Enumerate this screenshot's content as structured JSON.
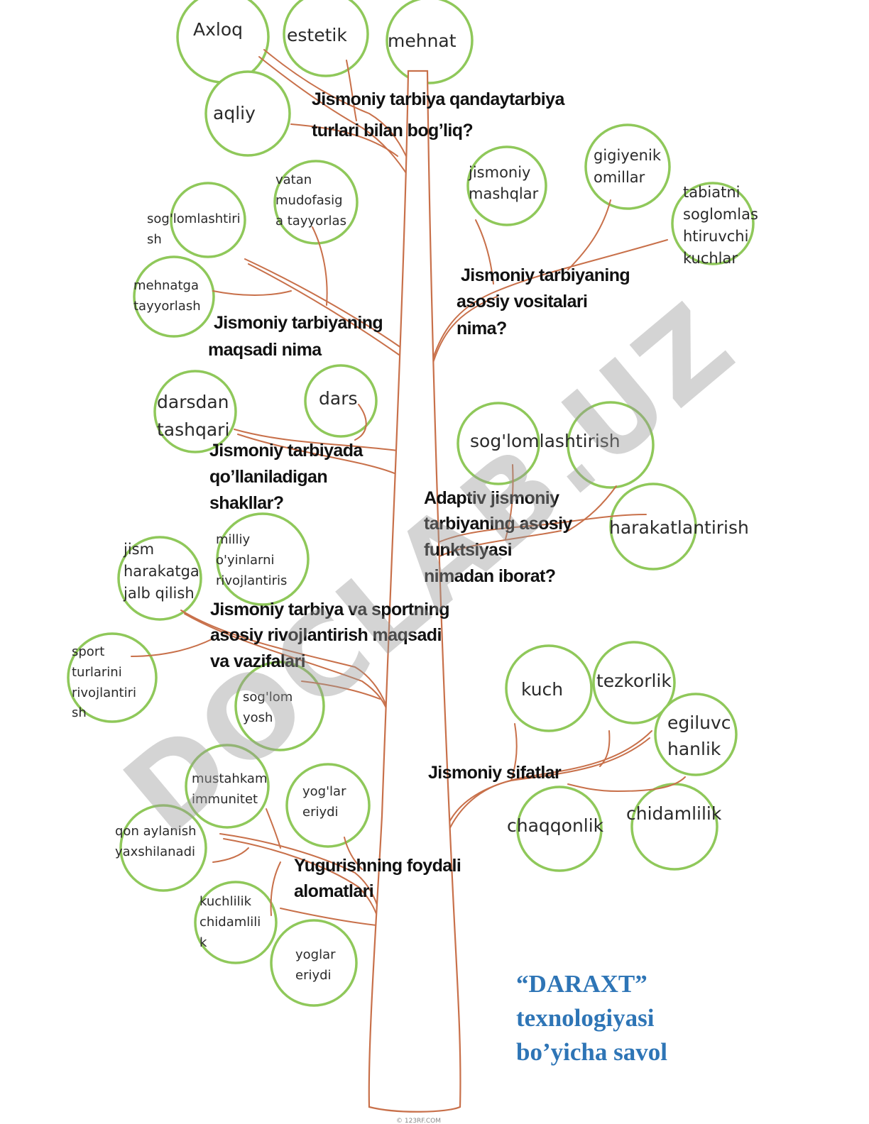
{
  "watermark": "DOCLAB.UZ",
  "credit": "© 123RF.COM",
  "title_lines": [
    "“DARAXT”",
    "texnologiyasi",
    "bo’yicha savol"
  ],
  "questions": {
    "q1": [
      "Jismoniy tarbiya qandaytarbiya",
      "turlari bilan bog’liq?"
    ],
    "q2": [
      "Jismoniy tarbiyaning",
      "maqsadi nima"
    ],
    "q3": [
      "Jismoniy tarbiyaning",
      "asosiy vositalari",
      "nima?"
    ],
    "q4": [
      "Jismoniy tarbiyada",
      "qo’llaniladigan",
      "shakllar?"
    ],
    "q5": [
      "Adaptiv jismoniy",
      "tarbiyaning asosiy",
      "funktsiyasi",
      "nimadan iborat?"
    ],
    "q6": [
      "Jismoniy tarbiya va sportning",
      "asosiy rivojlantirish maqsadi",
      "va vazifalari"
    ],
    "q7": [
      "Jismoniy sifatlar"
    ],
    "q8": [
      "Yugurishning foydali",
      "alomatlari"
    ]
  },
  "bubbles": {
    "axloq": [
      "Axloq"
    ],
    "estetik": [
      "estetik"
    ],
    "mehnat": [
      "mehnat"
    ],
    "aqliy": [
      "aqliy"
    ],
    "vatan": [
      "vatan",
      "mudofasig",
      "a tayyorlas"
    ],
    "soglomlashtirish_a": [
      "sog'lomlashtiri",
      "sh"
    ],
    "mehnatga": [
      "mehnatga",
      "tayyorlash"
    ],
    "jismoniy_mashqlar": [
      "jismoniy",
      "mashqlar"
    ],
    "gigiyenik": [
      "gigiyenik",
      "omillar"
    ],
    "tabiatni": [
      "tabiatni",
      "soglomlas",
      "htiruvchi",
      "kuchlar"
    ],
    "darsdan": [
      "darsdan",
      "tashqari"
    ],
    "dars": [
      "dars"
    ],
    "soglomlashtirish_b": [
      "sog'lomlashtirish"
    ],
    "harakat": [
      "harakatlantirish"
    ],
    "jism": [
      "jism",
      "harakatga",
      "jalb qilish"
    ],
    "milliy": [
      "milliy",
      "o'yinlarni",
      "rivojlantiris"
    ],
    "sport": [
      "sport",
      "turlarini",
      "rivojlantiri",
      "sh"
    ],
    "soglom_yosh": [
      "sog'lom",
      "yosh"
    ],
    "kuch": [
      "kuch"
    ],
    "tezkorlik": [
      "tezkorlik"
    ],
    "egiluv": [
      "egiluvc",
      "hanlik"
    ],
    "chaqqon": [
      "chaqqonlik"
    ],
    "chidam": [
      "chidamlilik"
    ],
    "immunitet": [
      "mustahkam",
      "immunitet"
    ],
    "yoglar1": [
      "yog'lar",
      "eriydi"
    ],
    "qon": [
      "qon aylanish",
      "yaxshilanadi"
    ],
    "kuchlilik": [
      "kuchlilik",
      "chidamlili",
      "k"
    ],
    "yoglar2": [
      "yoglar",
      "eriydi"
    ]
  }
}
